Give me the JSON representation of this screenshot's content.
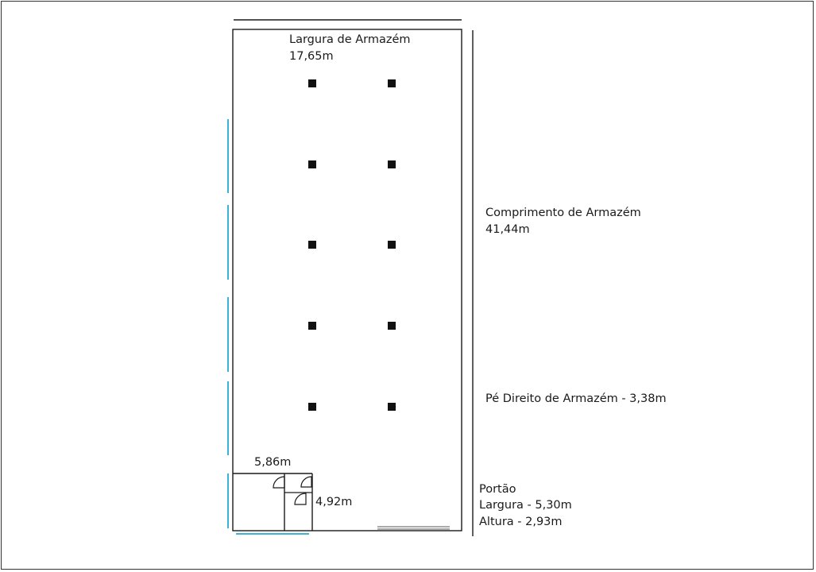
{
  "diagram": {
    "width_label": "Largura de Armazém",
    "width_value": "17,65m",
    "length_label": "Comprimento de Armazém",
    "length_value": "41,44m",
    "ceiling_label": "Pé Direito de Armazém - 3,38m",
    "room_width": "5,86m",
    "room_depth": "4,92m",
    "gate_title": "Portão",
    "gate_width": "Largura - 5,30m",
    "gate_height": "Altura - 2,93m"
  },
  "colors": {
    "wall": "#1a1a1a",
    "window": "#3bb3d6",
    "pillar": "#111111"
  }
}
